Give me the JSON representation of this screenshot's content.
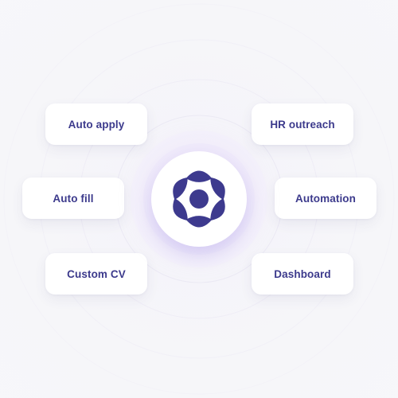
{
  "features": {
    "auto_apply": "Auto apply",
    "hr_outreach": "HR outreach",
    "auto_fill": "Auto fill",
    "automation": "Automation",
    "custom_cv": "Custom CV",
    "dashboard": "Dashboard"
  },
  "logo": {
    "icon": "brand-logo-icon",
    "color": "#3d3a8e"
  },
  "colors": {
    "background": "#f6f6f9",
    "chip_background": "#ffffff",
    "chip_text": "#3c3a8c",
    "glow": "#ece8fa"
  }
}
